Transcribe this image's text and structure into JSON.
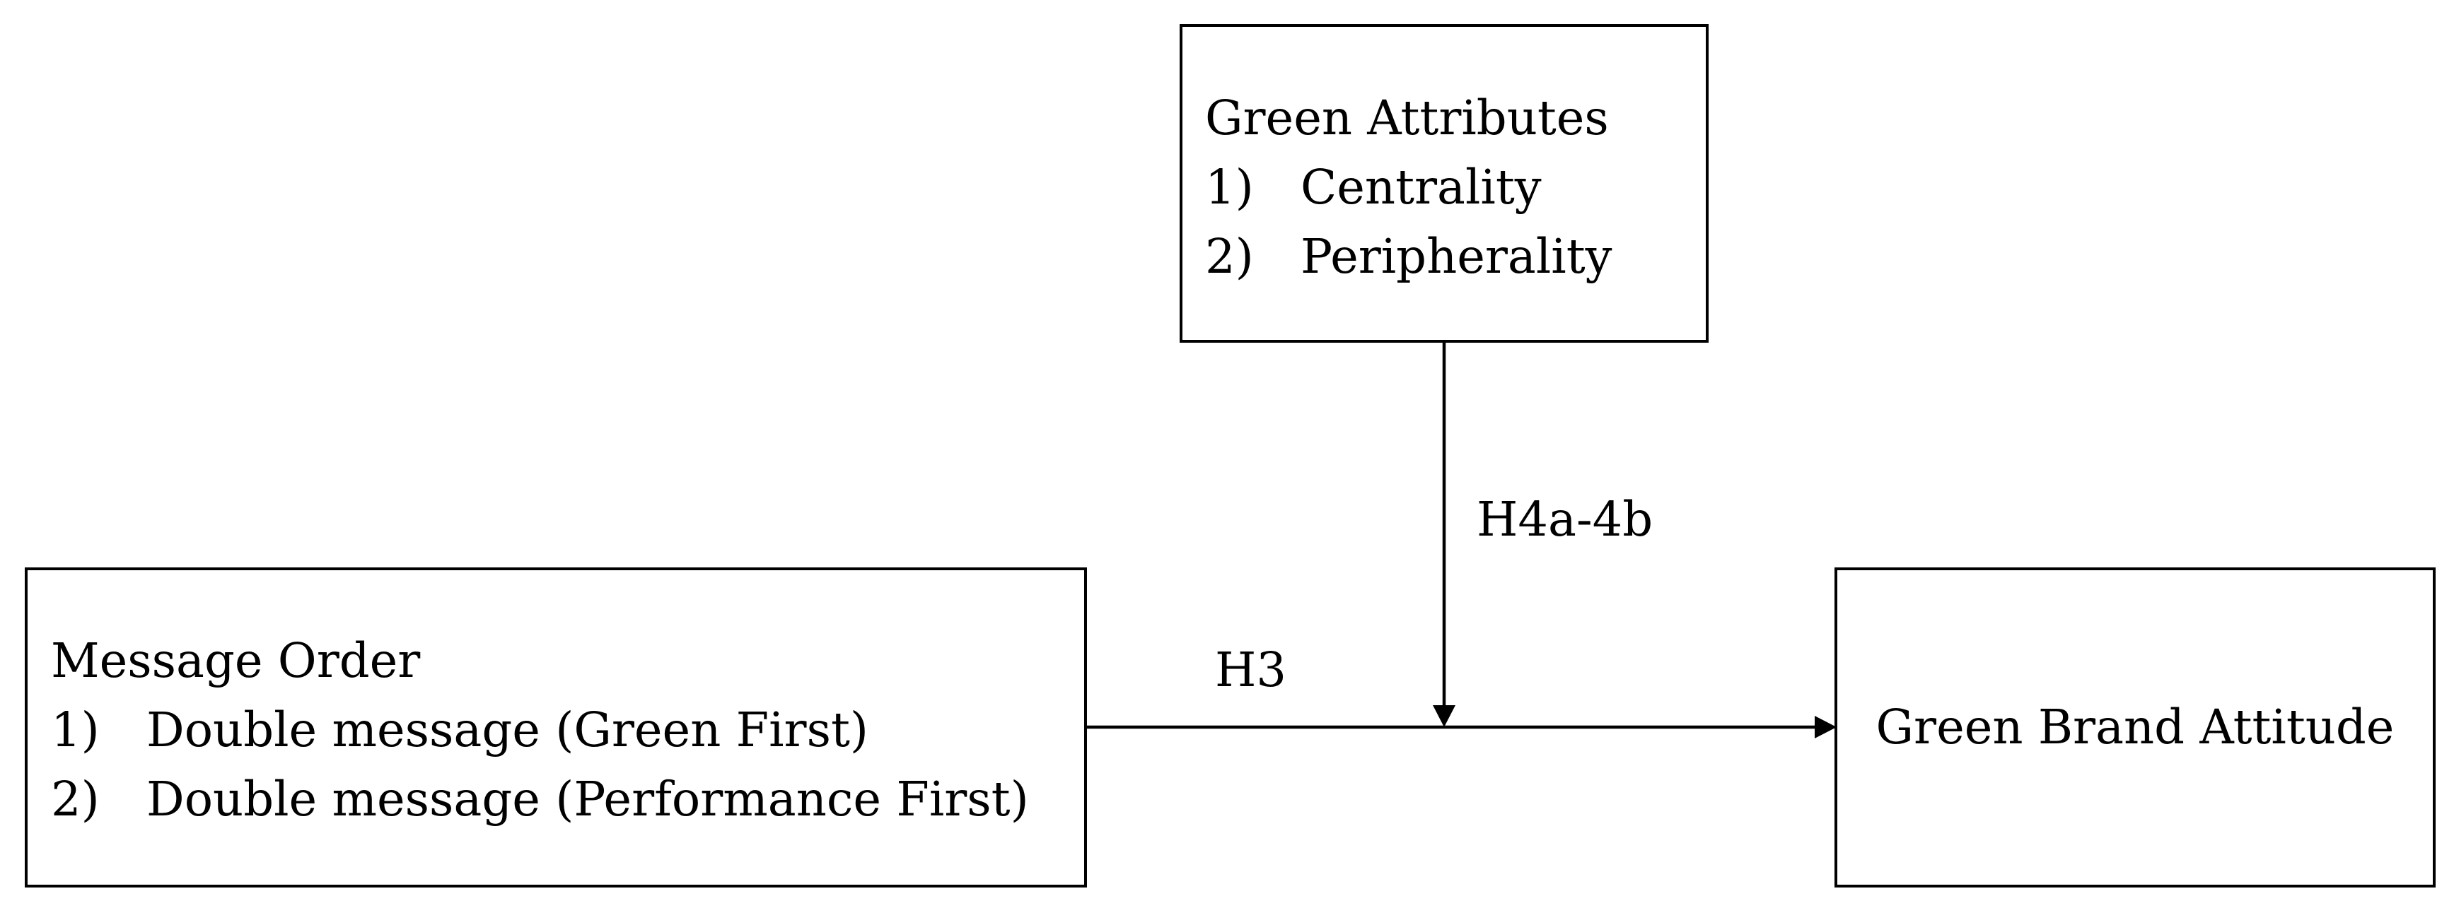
{
  "green_attributes": {
    "title": "Green Attributes",
    "items": [
      {
        "num": "1)",
        "label": "Centrality"
      },
      {
        "num": "2)",
        "label": "Peripherality"
      }
    ]
  },
  "message_order": {
    "title": "Message Order",
    "items": [
      {
        "num": "1)",
        "label": "Double message (Green First)"
      },
      {
        "num": "2)",
        "label": "Double message (Performance First)"
      }
    ]
  },
  "green_brand_attitude": {
    "title": "Green Brand Attitude"
  },
  "paths": {
    "main_effect_label": "H3",
    "moderation_label": "H4a-4b"
  }
}
